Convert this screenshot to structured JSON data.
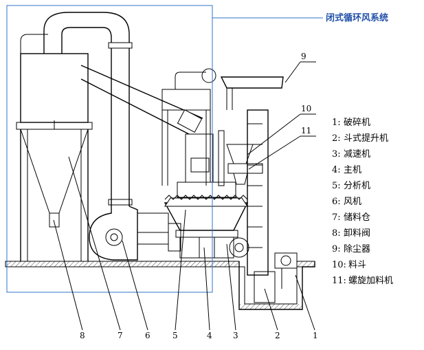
{
  "annotation": {
    "title": "闭式循环风系统",
    "frame_color": "#2f73c8",
    "title_color": "#1f4fa8"
  },
  "legend": [
    {
      "num": "1:",
      "name": "破碎机"
    },
    {
      "num": "2:",
      "name": "斗式提升机"
    },
    {
      "num": "3:",
      "name": "减速机"
    },
    {
      "num": "4:",
      "name": "主机"
    },
    {
      "num": "5:",
      "name": "分析机"
    },
    {
      "num": "6:",
      "name": "风机"
    },
    {
      "num": "7:",
      "name": "储料仓"
    },
    {
      "num": "8:",
      "name": "卸料阀"
    },
    {
      "num": "9:",
      "name": "除尘器"
    },
    {
      "num": "10:",
      "name": "料斗"
    },
    {
      "num": "11:",
      "name": "螺旋加料机"
    }
  ],
  "callouts": [
    "1",
    "2",
    "3",
    "4",
    "5",
    "6",
    "7",
    "8",
    "9",
    "10",
    "11"
  ]
}
